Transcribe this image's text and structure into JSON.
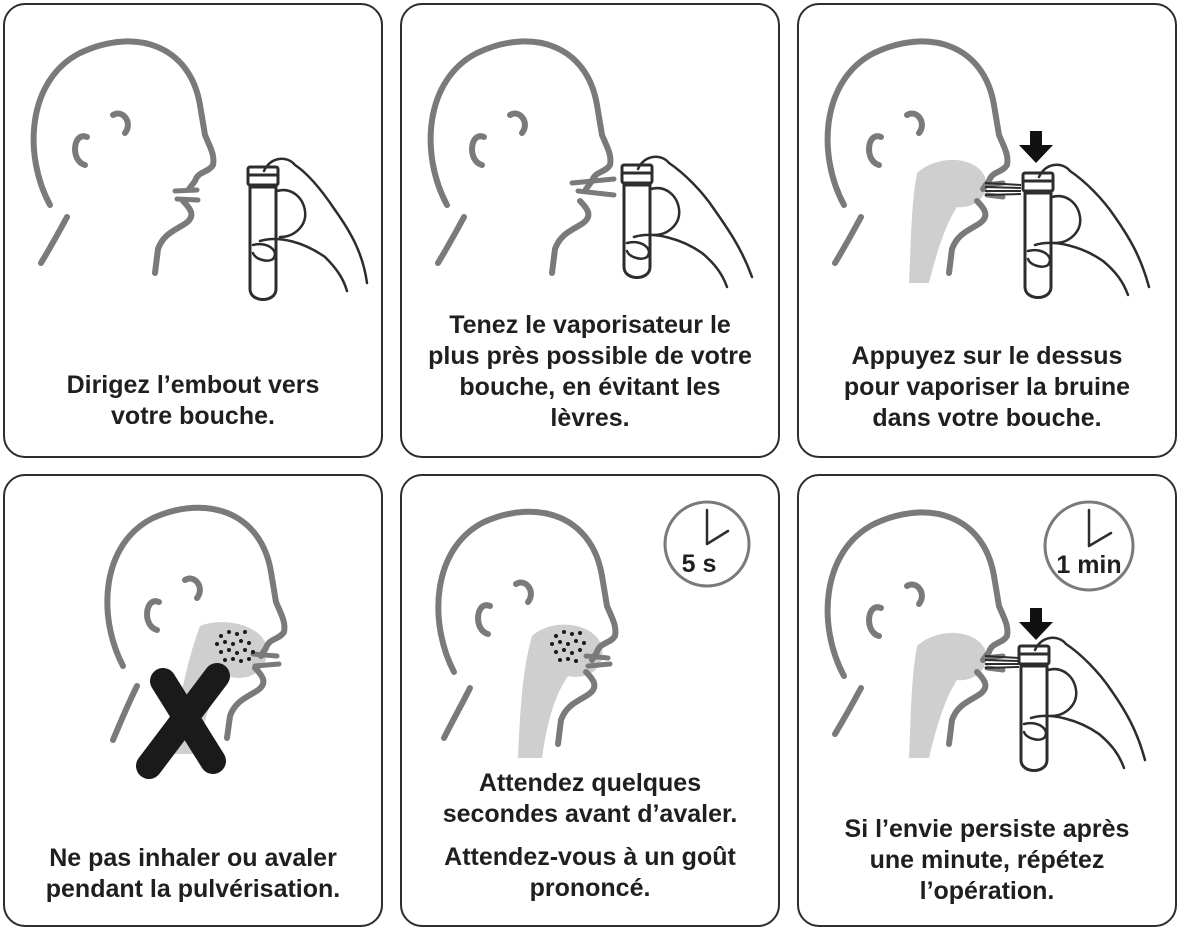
{
  "panels": [
    {
      "caption": [
        "Dirigez l’embout vers",
        "votre bouche."
      ]
    },
    {
      "caption": [
        "Tenez le vaporisateur le",
        "plus près possible de votre",
        "bouche, en évitant les",
        "lèvres."
      ]
    },
    {
      "caption": [
        "Appuyez sur le dessus",
        "pour vaporiser la bruine",
        "dans votre bouche."
      ]
    },
    {
      "caption": [
        "Ne pas inhaler ou avaler",
        "pendant la pulvérisation."
      ]
    },
    {
      "caption": [
        "Attendez quelques",
        "secondes avant d’avaler."
      ],
      "caption2": [
        "Attendez-vous à un goût",
        "prononcé."
      ],
      "timer": "5 s"
    },
    {
      "caption": [
        "Si l’envie persiste après",
        "une minute, répétez",
        "l’opération."
      ],
      "timer": "1 min"
    }
  ],
  "colors": {
    "outline": "#7a7a7a",
    "throat": "#cfcfcf",
    "border": "#2d2d2d",
    "text": "#1f1f1f",
    "cross": "#1a1a1a"
  },
  "icons": [
    "head-profile-icon",
    "spray-bottle-icon",
    "hand-icon",
    "down-arrow-icon",
    "clock-icon",
    "cross-icon",
    "mist-icon"
  ]
}
